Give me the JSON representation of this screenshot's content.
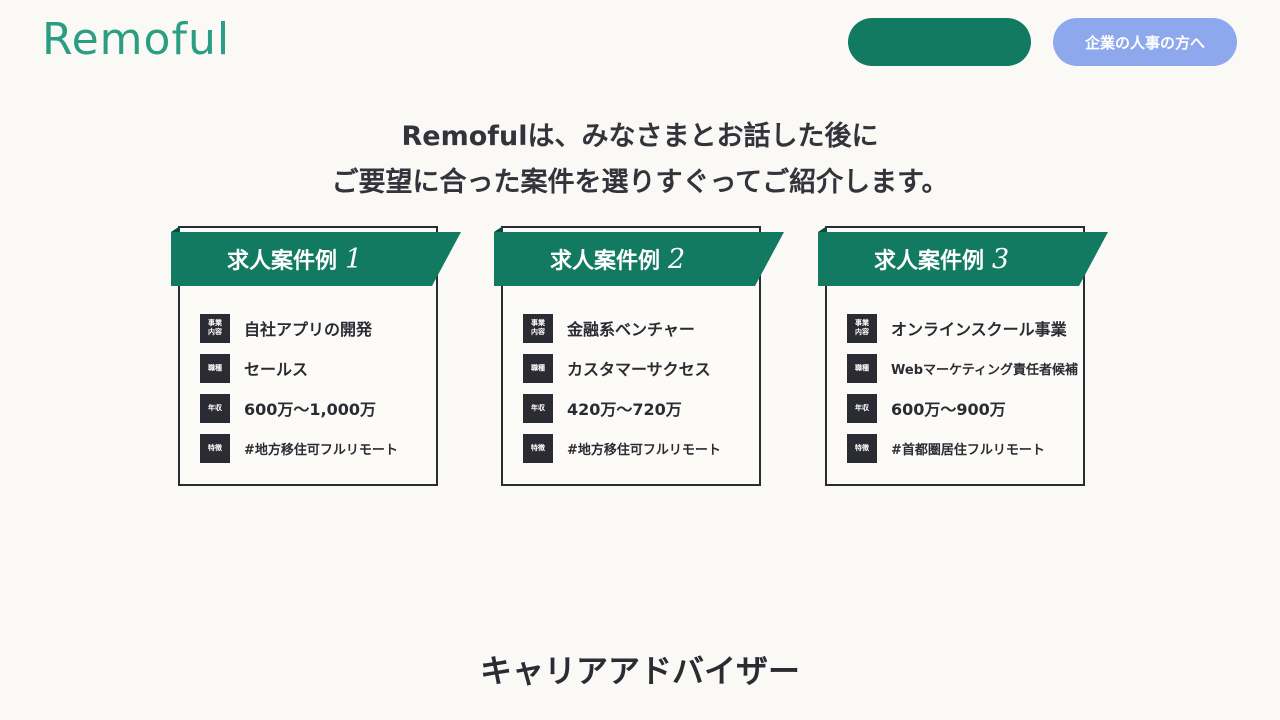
{
  "header": {
    "logo": "Remoful",
    "primary_button": "",
    "corporate_button": "企業の人事の方へ"
  },
  "intro": {
    "line1": "Remofulは、みなさまとお話した後に",
    "line2": "ご要望に合った案件を選りすぐってご紹介します。"
  },
  "cards": [
    {
      "title": "求人案件例",
      "number": "1",
      "rows": [
        {
          "tag": "事業内容",
          "value": "自社アプリの開発"
        },
        {
          "tag": "職種",
          "value": "セールス"
        },
        {
          "tag": "年収",
          "value": "600万～1,000万"
        },
        {
          "tag": "特徴",
          "value": "#地方移住可フルリモート"
        }
      ]
    },
    {
      "title": "求人案件例",
      "number": "2",
      "rows": [
        {
          "tag": "事業内容",
          "value": "金融系ベンチャー"
        },
        {
          "tag": "職種",
          "value": "カスタマーサクセス"
        },
        {
          "tag": "年収",
          "value": "420万～720万"
        },
        {
          "tag": "特徴",
          "value": "#地方移住可フルリモート"
        }
      ]
    },
    {
      "title": "求人案件例",
      "number": "3",
      "rows": [
        {
          "tag": "事業内容",
          "value": "オンラインスクール事業"
        },
        {
          "tag": "職種",
          "value": "Webマーケティング責任者候補"
        },
        {
          "tag": "年収",
          "value": "600万～900万"
        },
        {
          "tag": "特徴",
          "value": "#首都圏居住フルリモート"
        }
      ]
    }
  ],
  "section": {
    "title": "キャリアアドバイザー"
  },
  "colors": {
    "brand_green": "#127a61",
    "logo_green": "#2a9d82",
    "corporate_blue": "#8ea8ee",
    "background": "#faf9f6",
    "text_dark": "#2b2b33"
  }
}
